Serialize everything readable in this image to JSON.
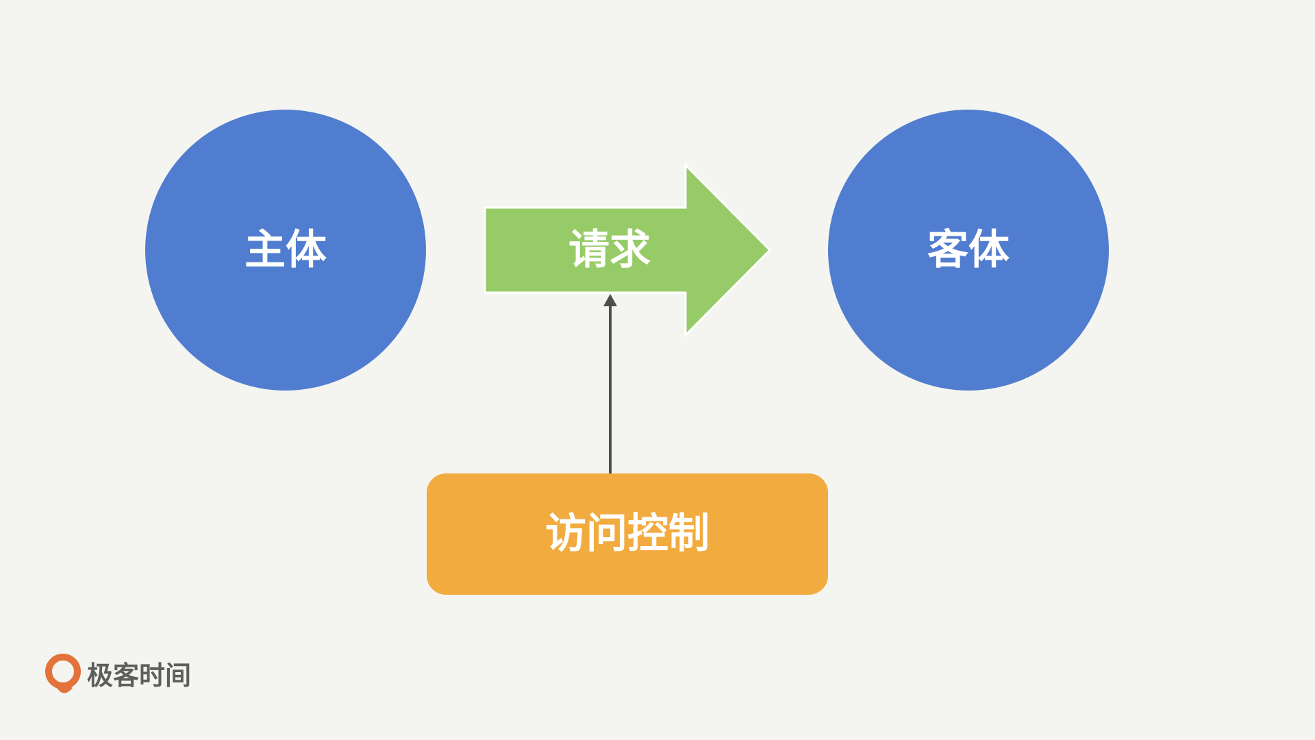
{
  "diagram": {
    "subject": {
      "label": "主体",
      "color": "#507dcf"
    },
    "request": {
      "label": "请求",
      "color": "#97cb67"
    },
    "object": {
      "label": "客体",
      "color": "#507dcf"
    },
    "access_control": {
      "label": "访问控制",
      "color": "#f2ab3f"
    },
    "connector_color": "#4d4d4d"
  },
  "logo": {
    "text": "极客时间",
    "icon": "geektime-logo-icon",
    "icon_color": "#e3733a",
    "text_color": "#5e5e5e"
  }
}
